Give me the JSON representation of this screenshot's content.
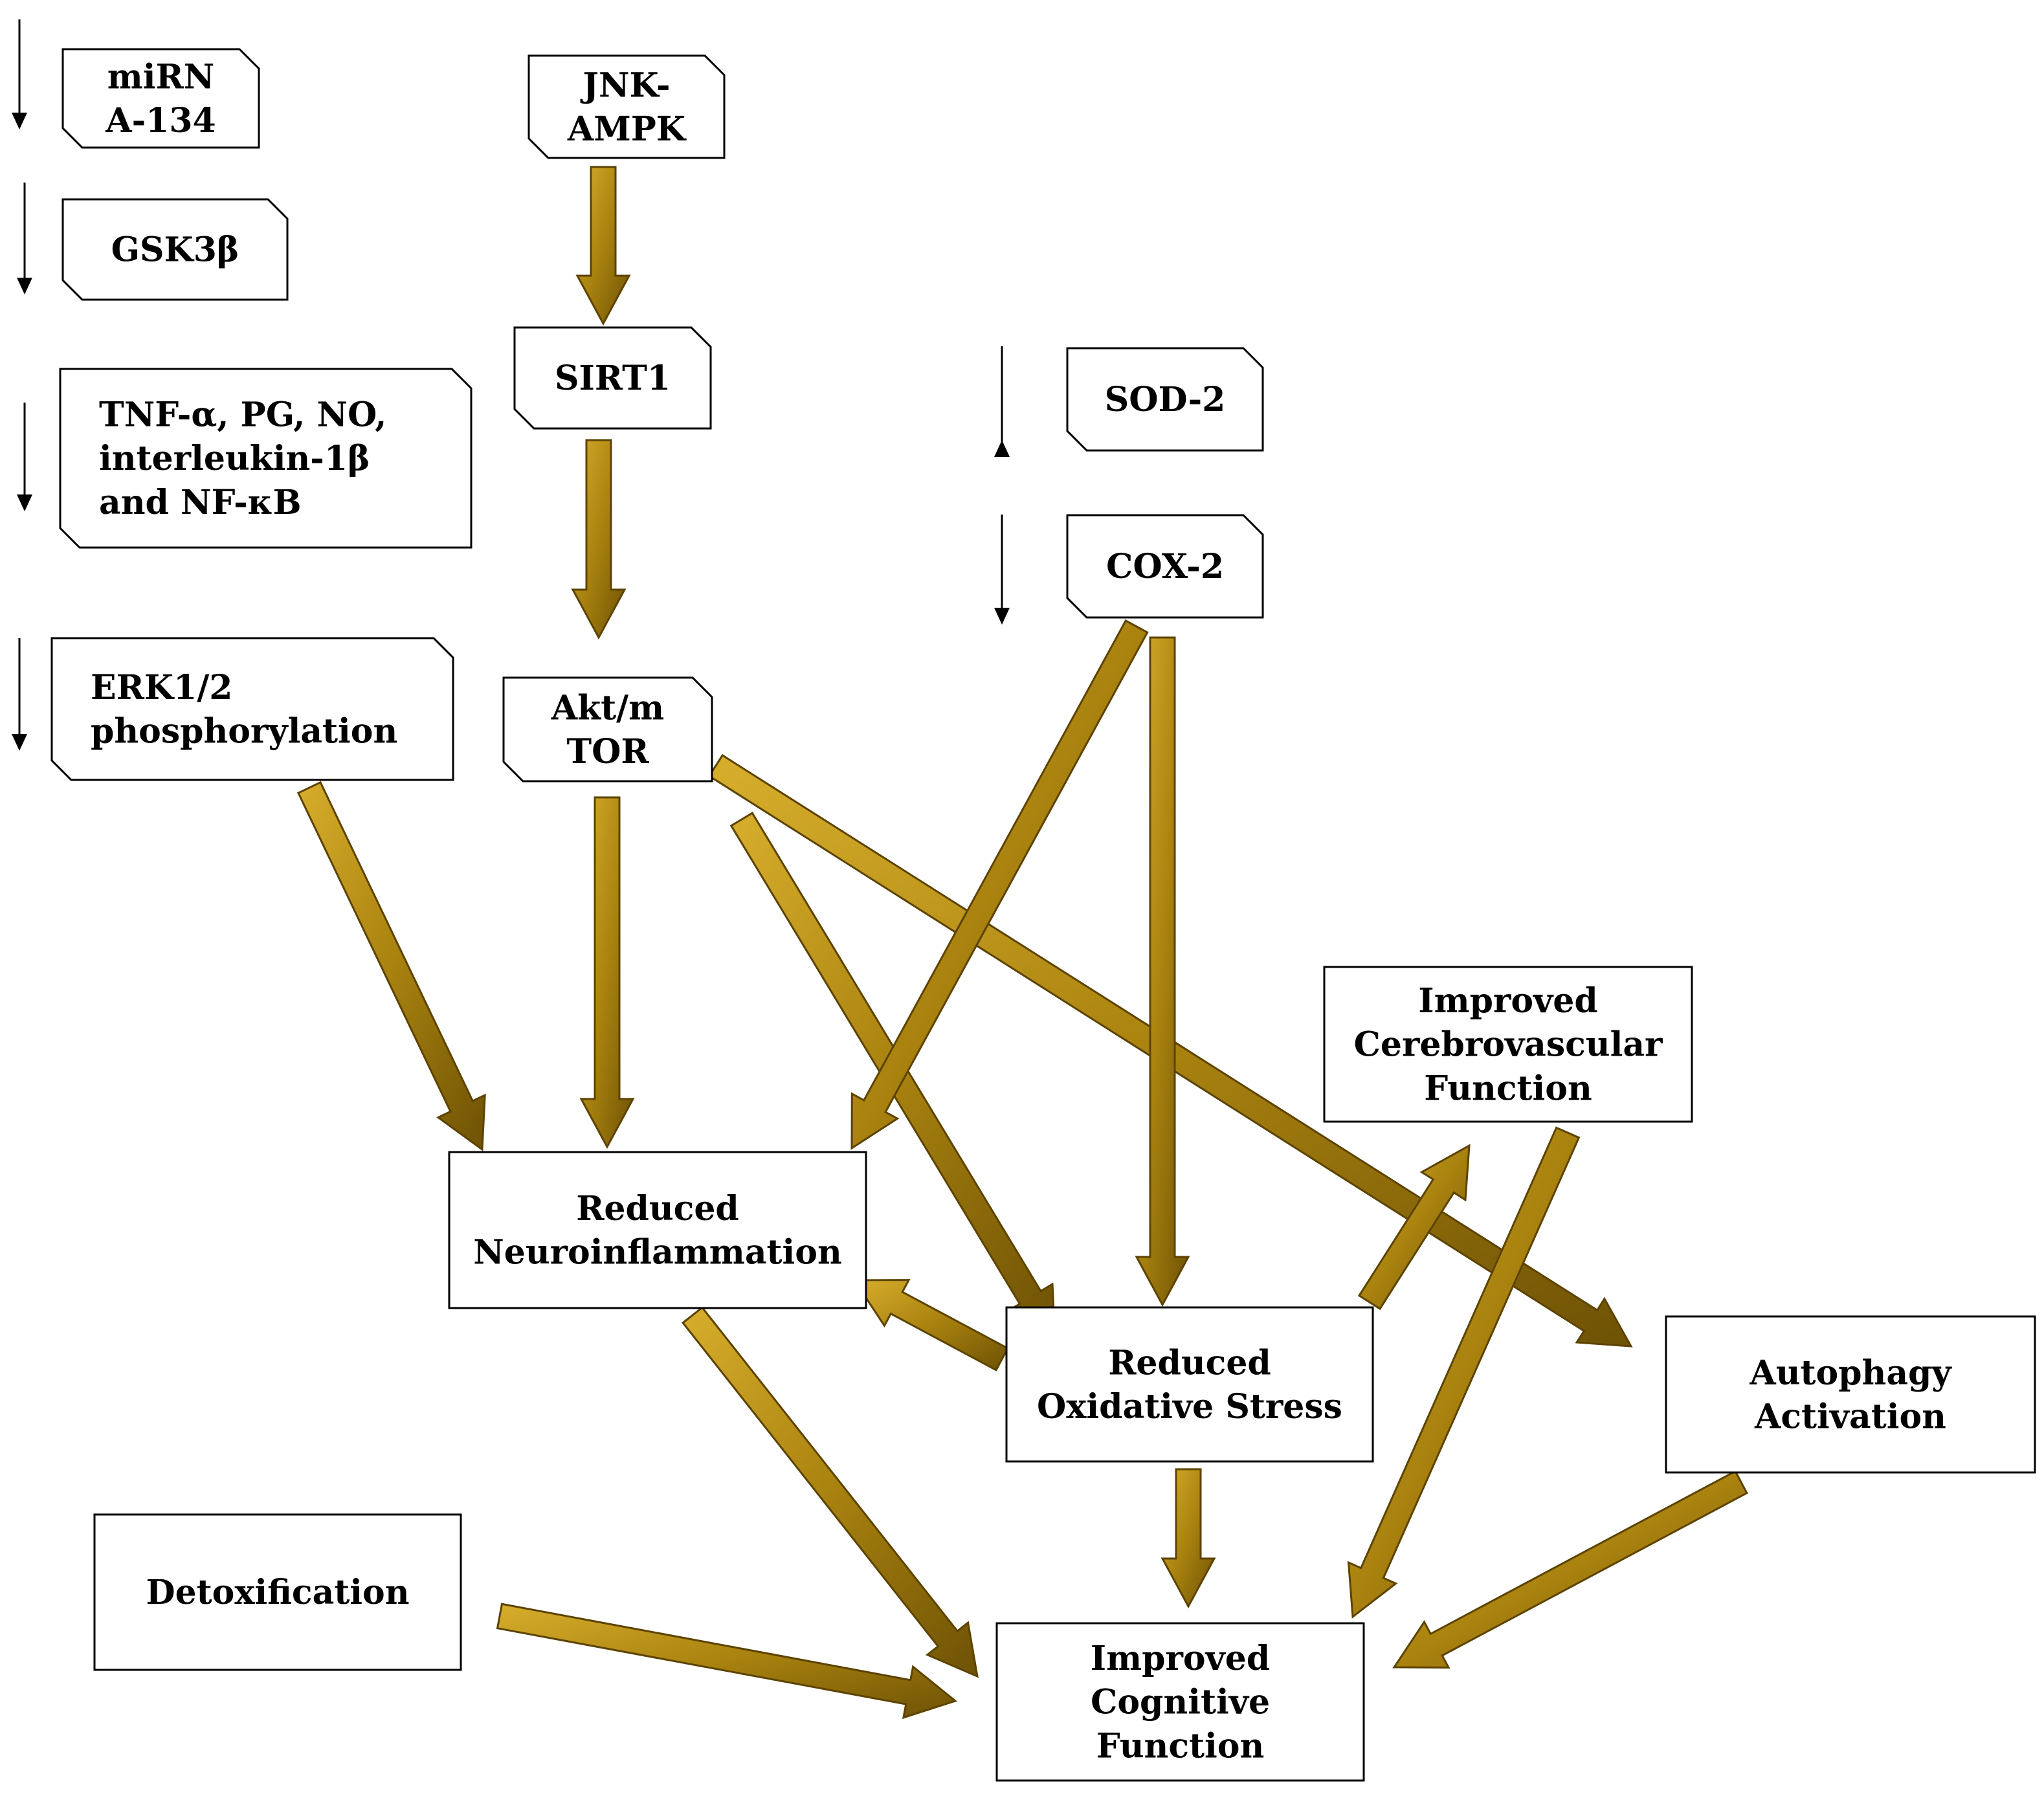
{
  "colors": {
    "arrow_fill": "#a9820f",
    "arrow_stroke": "#5c4300",
    "box_stroke": "#000000",
    "text": "#000000"
  },
  "nodes": {
    "mirna": {
      "lines": [
        "miRN",
        "A-134"
      ],
      "indicator": "down"
    },
    "gsk": {
      "lines": [
        "GSK3β"
      ],
      "indicator": "down"
    },
    "tnf": {
      "lines": [
        "TNF-α, PG, NO,",
        "interleukin-1β",
        "and NF-κB"
      ],
      "indicator": "down"
    },
    "erk": {
      "lines": [
        "ERK1/2",
        "phosphorylation"
      ],
      "indicator": "down"
    },
    "jnk": {
      "lines": [
        "JNK-",
        "AMPK"
      ]
    },
    "sirt": {
      "lines": [
        "SIRT1"
      ]
    },
    "akt": {
      "lines": [
        "Akt/m",
        "TOR"
      ]
    },
    "sod": {
      "lines": [
        "SOD-2"
      ],
      "indicator": "up"
    },
    "cox": {
      "lines": [
        "COX-2"
      ],
      "indicator": "down"
    },
    "neuro": {
      "lines": [
        "Reduced",
        "Neuroinflammation"
      ]
    },
    "oxid": {
      "lines": [
        "Reduced",
        "Oxidative Stress"
      ]
    },
    "cerebro": {
      "lines": [
        "Improved",
        "Cerebrovascular",
        "Function"
      ]
    },
    "autophagy": {
      "lines": [
        "Autophagy",
        "Activation"
      ]
    },
    "detox": {
      "lines": [
        "Detoxification"
      ]
    },
    "cognitive": {
      "lines": [
        "Improved",
        "Cognitive",
        "Function"
      ]
    }
  },
  "edges": [
    {
      "from": "jnk",
      "to": "sirt"
    },
    {
      "from": "sirt",
      "to": "akt"
    },
    {
      "from": "akt",
      "to": "neuro"
    },
    {
      "from": "akt",
      "to": "autophagy"
    },
    {
      "from": "akt",
      "to": "oxid"
    },
    {
      "from": "erk",
      "to": "neuro"
    },
    {
      "from": "cox",
      "to": "neuro"
    },
    {
      "from": "cox",
      "to": "oxid"
    },
    {
      "from": "oxid",
      "to": "neuro"
    },
    {
      "from": "oxid",
      "to": "cerebro"
    },
    {
      "from": "oxid",
      "to": "cognitive"
    },
    {
      "from": "neuro",
      "to": "cognitive"
    },
    {
      "from": "cerebro",
      "to": "cognitive"
    },
    {
      "from": "autophagy",
      "to": "cognitive"
    },
    {
      "from": "detox",
      "to": "cognitive"
    }
  ]
}
